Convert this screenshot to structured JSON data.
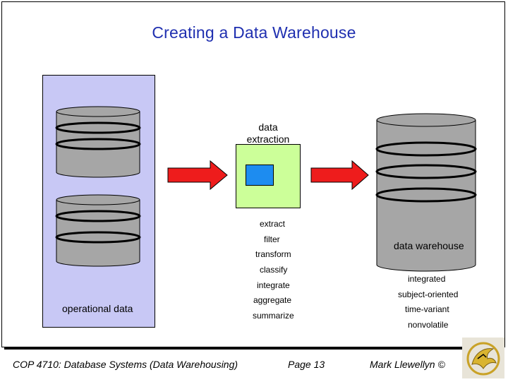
{
  "title": "Creating a Data Warehouse",
  "operational": {
    "label": "operational data"
  },
  "extraction": {
    "title_line1": "data",
    "title_line2": "extraction"
  },
  "steps": [
    "extract",
    "filter",
    "transform",
    "classify",
    "integrate",
    "aggregate",
    "summarize"
  ],
  "warehouse": {
    "label": "data warehouse",
    "properties": [
      "integrated",
      "subject-oriented",
      "time-variant",
      "nonvolatile"
    ]
  },
  "footer": {
    "course": "COP 4710: Database Systems  (Data Warehousing)",
    "page": "Page 13",
    "author": "Mark Llewellyn ©"
  },
  "colors": {
    "title": "#1f2fb0",
    "panel": "#c8c8f5",
    "cylinder": "#a6a6a6",
    "arrow": "#ee1c1c",
    "extract_box": "#ccff99",
    "extract_inner": "#1d8cf0"
  },
  "icons": {
    "logo": "pegasus-logo-icon"
  }
}
